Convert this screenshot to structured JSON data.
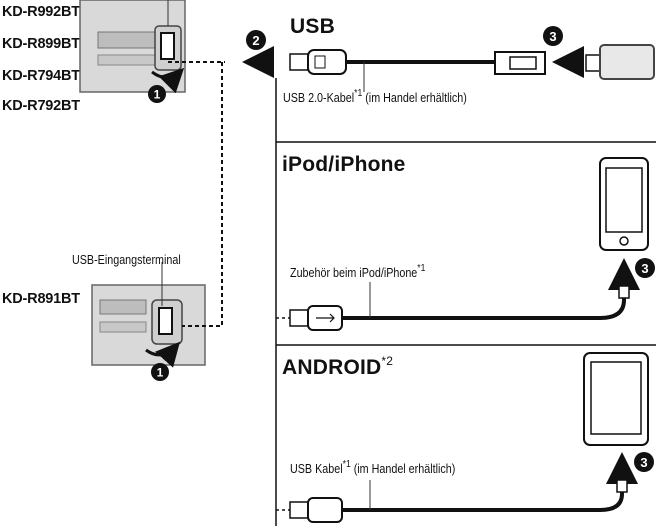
{
  "models_top": [
    "KD-R992BT/",
    "KD-R899BT/",
    "KD-R794BT/",
    "KD-R792BT"
  ],
  "model_bottom": "KD-R891BT",
  "terminal_label": "USB-Eingangsterminal",
  "steps": {
    "one": "1",
    "two": "2",
    "three": "3"
  },
  "sections": {
    "usb": {
      "title": "USB",
      "cable_label": "USB 2.0-Kabel",
      "cable_note_mark": "*1",
      "cable_suffix": " (im Handel erhältlich)"
    },
    "ipod": {
      "title": "iPod/iPhone",
      "cable_label": "Zubehör beim iPod/iPhone",
      "cable_note_mark": "*1"
    },
    "android": {
      "title": "ANDROID",
      "title_note_mark": "*2",
      "cable_label": "USB Kabel",
      "cable_note_mark": "*1",
      "cable_suffix": " (im Handel erhältlich)"
    }
  },
  "colors": {
    "ink": "#111111",
    "panel": "#d9d9d9",
    "panel_dark": "#b9b9b9",
    "background": "#ffffff"
  }
}
